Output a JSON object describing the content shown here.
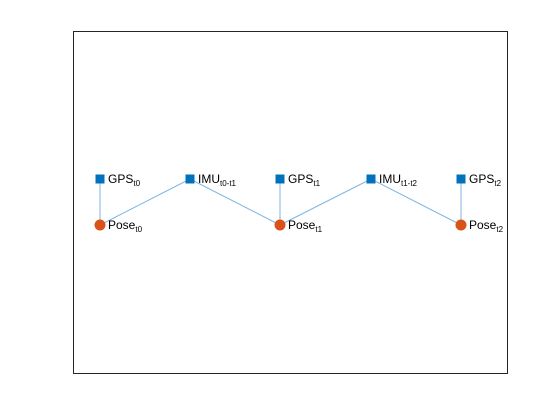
{
  "colors": {
    "edge": "#7fb6e0",
    "pose_node": "#d95319",
    "factor_node": "#0072bd",
    "axes_border": "#262626"
  },
  "graph": {
    "nodes": [
      {
        "id": "gps_t0",
        "kind": "factor",
        "label": "GPS",
        "sub": "t0"
      },
      {
        "id": "imu_t0_t1",
        "kind": "factor",
        "label": "IMU",
        "sub": "t0-t1"
      },
      {
        "id": "gps_t1",
        "kind": "factor",
        "label": "GPS",
        "sub": "t1"
      },
      {
        "id": "imu_t1_t2",
        "kind": "factor",
        "label": "IMU",
        "sub": "t1-t2"
      },
      {
        "id": "gps_t2",
        "kind": "factor",
        "label": "GPS",
        "sub": "t2"
      },
      {
        "id": "pose_t0",
        "kind": "pose",
        "label": "Pose",
        "sub": "t0"
      },
      {
        "id": "pose_t1",
        "kind": "pose",
        "label": "Pose",
        "sub": "t1"
      },
      {
        "id": "pose_t2",
        "kind": "pose",
        "label": "Pose",
        "sub": "t2"
      }
    ],
    "edges": [
      [
        "gps_t0",
        "pose_t0"
      ],
      [
        "pose_t0",
        "imu_t0_t1"
      ],
      [
        "imu_t0_t1",
        "pose_t1"
      ],
      [
        "gps_t1",
        "pose_t1"
      ],
      [
        "pose_t1",
        "imu_t1_t2"
      ],
      [
        "imu_t1_t2",
        "pose_t2"
      ],
      [
        "gps_t2",
        "pose_t2"
      ]
    ]
  }
}
